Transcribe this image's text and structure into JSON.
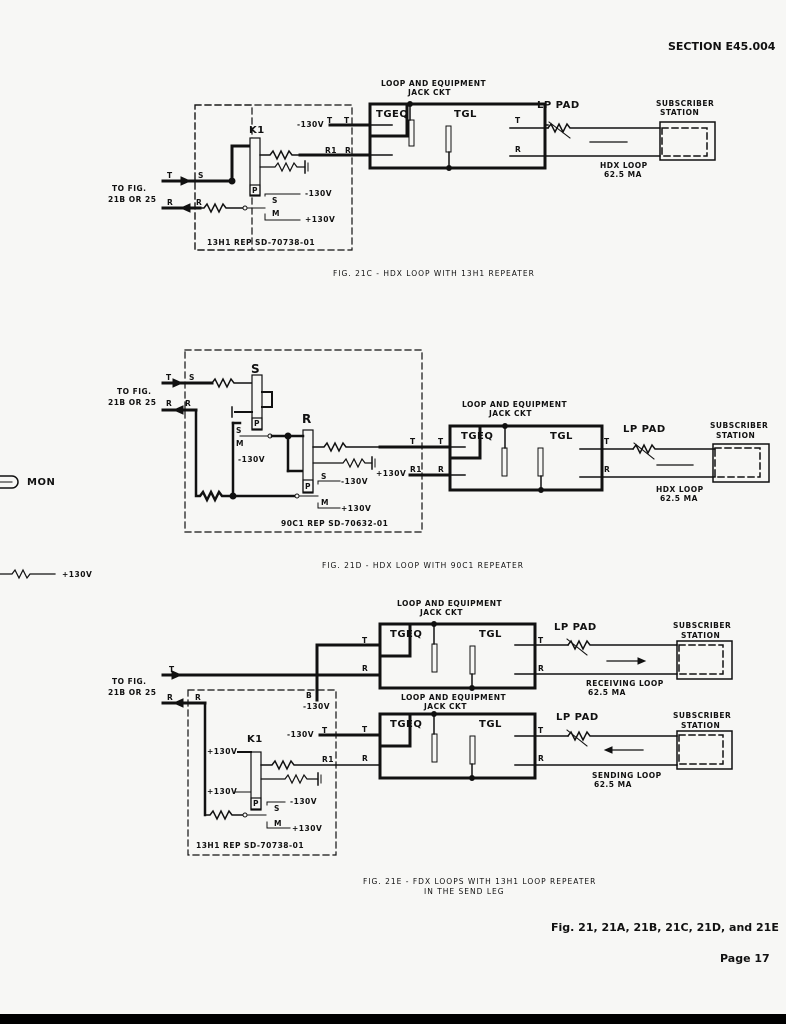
{
  "header": {
    "section": "SECTION E45.004"
  },
  "margin": {
    "mon_label": "MON",
    "voltage_label": "+130V"
  },
  "figures": [
    {
      "id": "fig21c",
      "caption": "FIG. 21C - HDX LOOP WITH 13H1 REPEATER",
      "to_fig": [
        "TO FIG.",
        "21B OR 25"
      ],
      "repeater": {
        "label": "13H1 REP SD-70738-01",
        "relay": "K1"
      },
      "labels": {
        "t": "T",
        "s": "S",
        "r": "R",
        "r1": "R1",
        "p": "P",
        "m": "M",
        "neg": "-130V",
        "pos": "+130V"
      },
      "jack": {
        "title": [
          "LOOP AND EQUIPMENT",
          "JACK CKT"
        ],
        "left": "TGEQ",
        "right": "TGL"
      },
      "pad": "LP PAD",
      "station": [
        "SUBSCRIBER",
        "STATION"
      ],
      "loop": [
        "HDX LOOP",
        "62.5 MA"
      ]
    },
    {
      "id": "fig21d",
      "caption": "FIG. 21D - HDX LOOP WITH 90C1 REPEATER",
      "to_fig": [
        "TO FIG.",
        "21B OR 25"
      ],
      "repeater": {
        "label": "90C1 REP SD-70632-01",
        "relay_s": "S",
        "relay_r": "R"
      },
      "labels": {
        "t": "T",
        "s": "S",
        "r": "R",
        "r1": "R1",
        "p": "P",
        "m": "M",
        "neg": "-130V",
        "pos": "+130V"
      },
      "jack": {
        "title": [
          "LOOP AND EQUIPMENT",
          "JACK CKT"
        ],
        "left": "TGEQ",
        "right": "TGL"
      },
      "pad": "LP PAD",
      "station": [
        "SUBSCRIBER",
        "STATION"
      ],
      "loop": [
        "HDX LOOP",
        "62.5 MA"
      ]
    },
    {
      "id": "fig21e",
      "caption": [
        "FIG. 21E - FDX LOOPS WITH 13H1 LOOP REPEATER",
        "IN THE SEND LEG"
      ],
      "to_fig": [
        "TO FIG.",
        "21B OR 25"
      ],
      "repeater": {
        "label": "13H1 REP SD-70738-01",
        "relay": "K1"
      },
      "labels": {
        "t": "T",
        "s": "S",
        "r": "R",
        "r1": "R1",
        "p": "P",
        "m": "M",
        "b": "B",
        "neg": "-130V",
        "pos": "+130V"
      },
      "jack": {
        "title": [
          "LOOP AND EQUIPMENT",
          "JACK CKT"
        ],
        "left": "TGEQ",
        "right": "TGL"
      },
      "pad": "LP PAD",
      "station": [
        "SUBSCRIBER",
        "STATION"
      ],
      "receiving_loop": [
        "RECEIVING LOOP",
        "62.5 MA"
      ],
      "sending_loop": [
        "SENDING LOOP",
        "62.5 MA"
      ]
    }
  ],
  "footer": {
    "figures": "Fig. 21, 21A, 21B, 21C, 21D, and 21E",
    "page": "Page 17"
  }
}
